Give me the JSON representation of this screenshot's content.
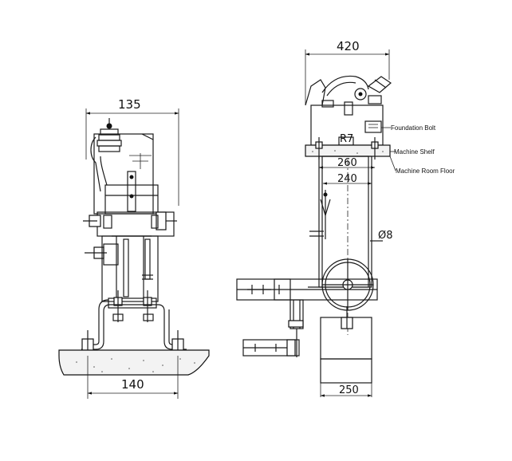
{
  "side_view": {
    "dim_top": "135",
    "dim_bottom": "140"
  },
  "front_view": {
    "dim_width": "420",
    "dim_r": "R7",
    "dim_260": "260",
    "dim_240": "240",
    "dim_diameter": "Ø8",
    "dim_base": "250",
    "labels": {
      "foundation_bolt": "Foundation Bolt",
      "machine_shelf": "Machine Shelf",
      "machine_room_floor": "Machine Room Floor"
    }
  }
}
